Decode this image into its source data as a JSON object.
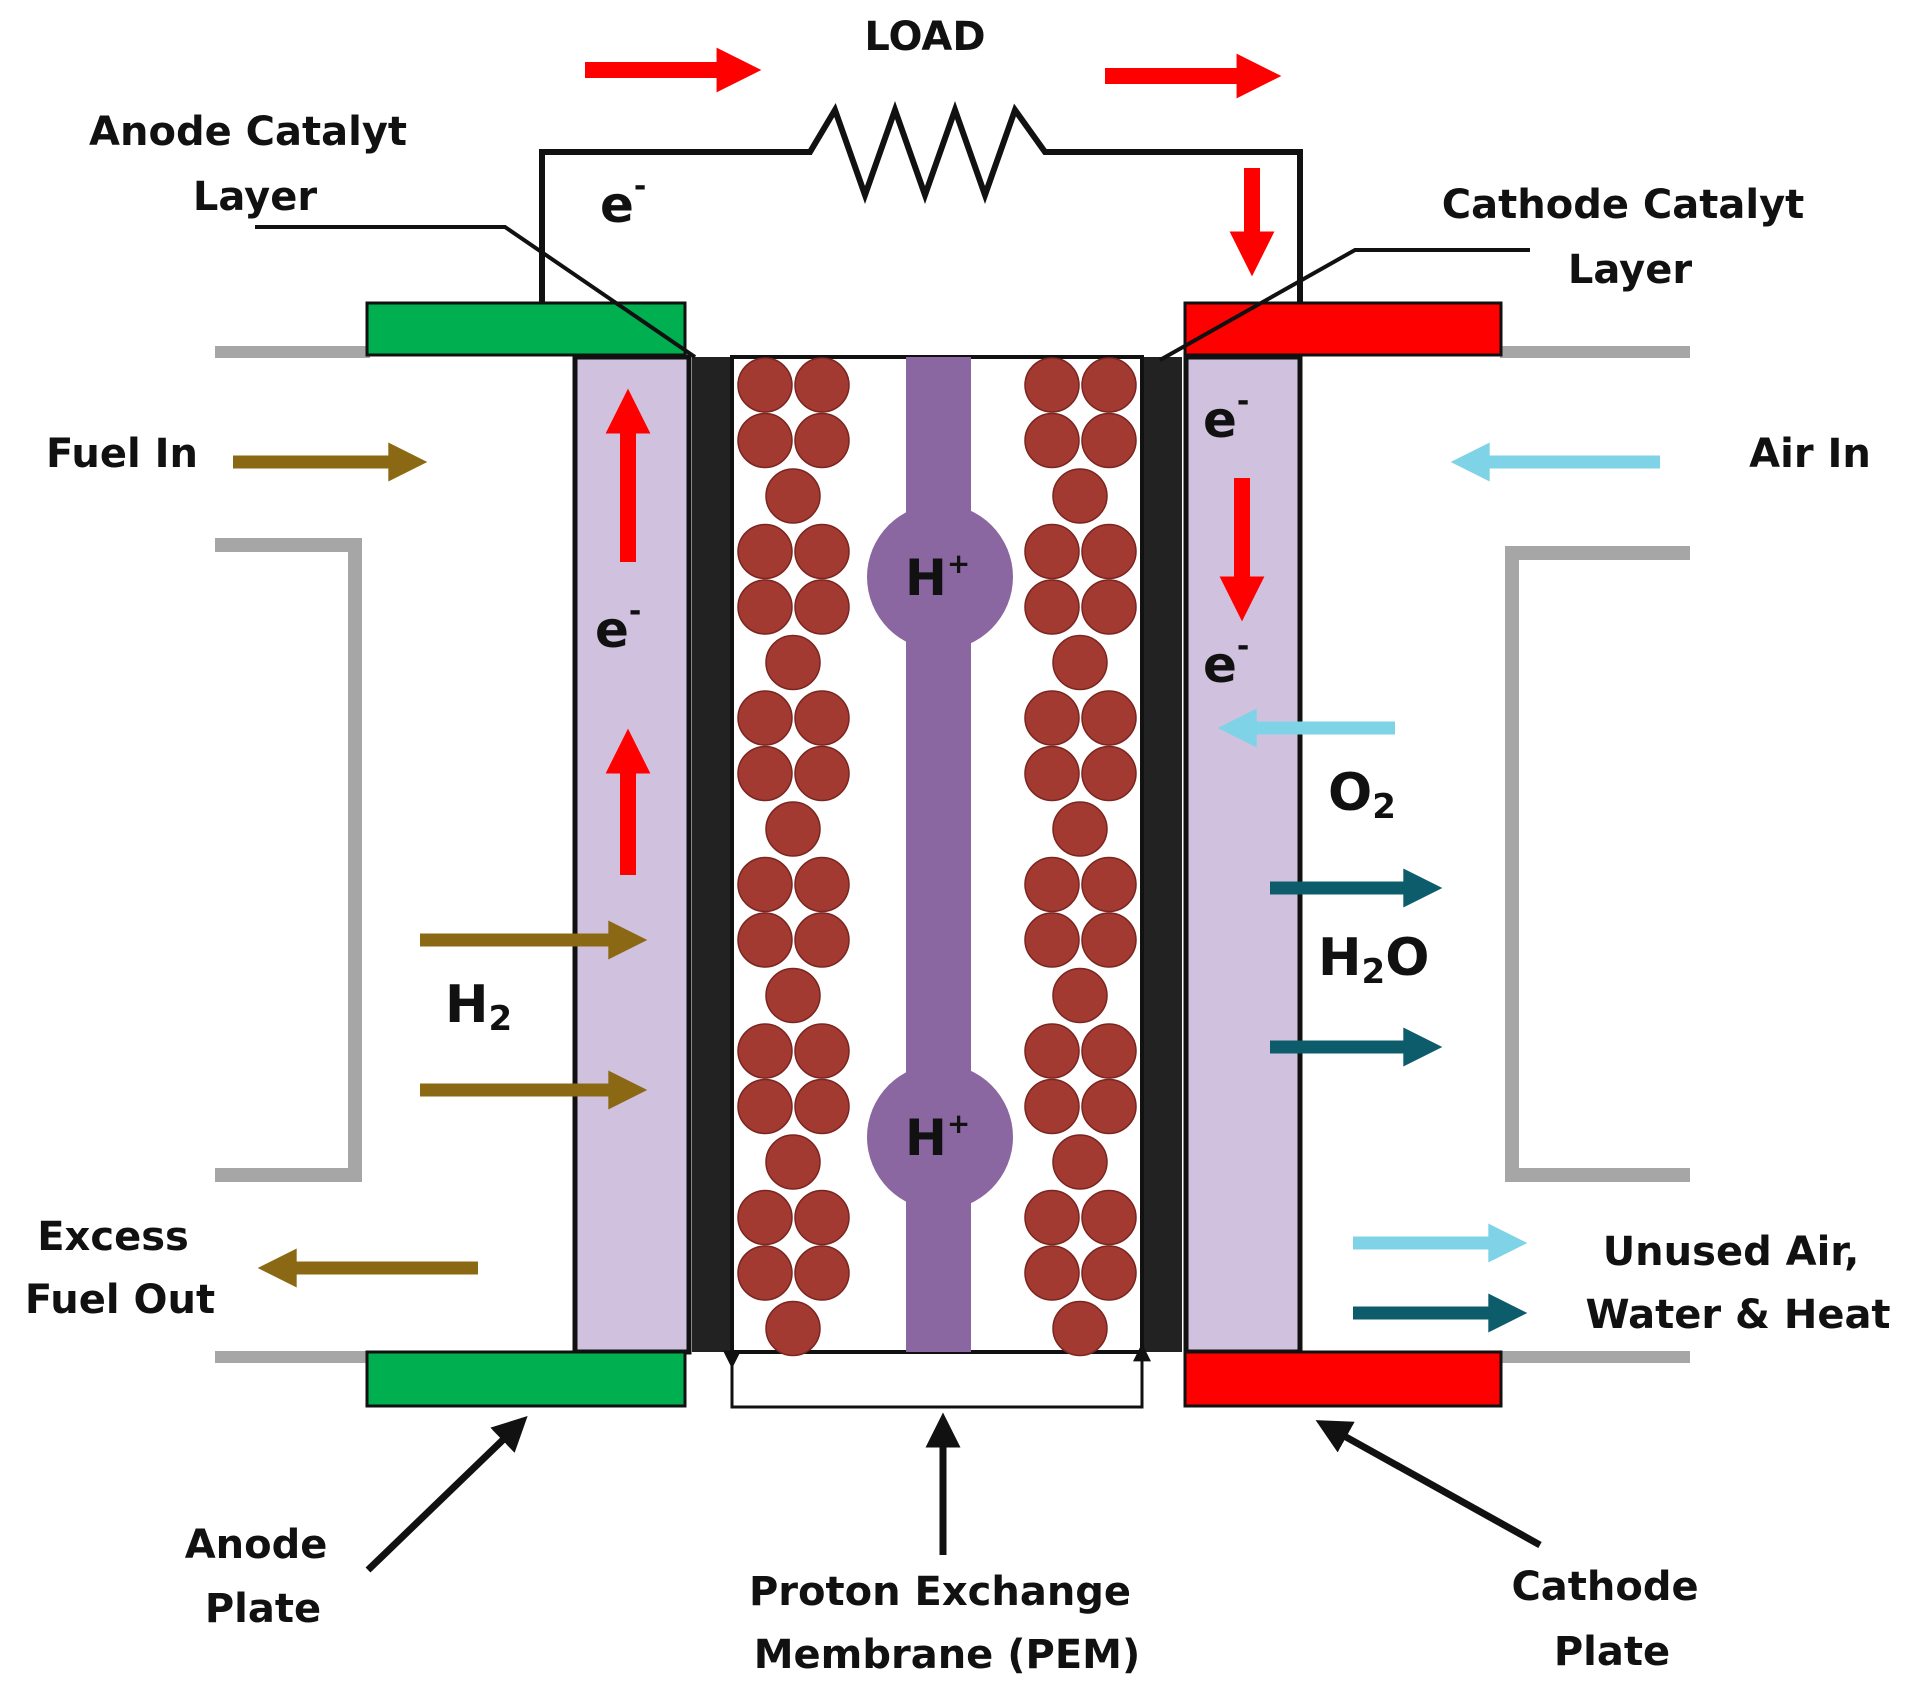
{
  "labels": {
    "load": "LOAD",
    "anode_catalyst": [
      "Anode Catalyt",
      "Layer"
    ],
    "cathode_catalyst": [
      "Cathode Catalyt",
      "Layer"
    ],
    "fuel_in": "Fuel In",
    "air_in": "Air In",
    "excess_fuel_out": [
      "Excess",
      "Fuel Out"
    ],
    "unused_air": [
      "Unused Air,",
      "Water & Heat"
    ],
    "anode_plate": [
      "Anode",
      "Plate"
    ],
    "cathode_plate": [
      "Cathode",
      "Plate"
    ],
    "pem": [
      "Proton Exchange",
      "Membrane (PEM)"
    ]
  },
  "species": {
    "electron": "e",
    "electron_charge": "-",
    "proton": "H",
    "proton_charge": "+",
    "hydrogen": "H",
    "hydrogen_sub": "2",
    "oxygen": "O",
    "oxygen_sub": "2",
    "water_h": "H",
    "water_sub": "2",
    "water_o": "O"
  },
  "colors": {
    "anode_plate": "#00b050",
    "cathode_plate": "#ff0000",
    "gas_diffusion_layer": "#d0c2de",
    "catalyst_layer": "#222222",
    "catalyst_particle": "#a33a32",
    "membrane_channel": "#8b67a2",
    "electron_arrow": "#ff0000",
    "fuel_arrow": "#8b6914",
    "air_arrow": "#7fd3e6",
    "water_arrow": "#0d5c6b",
    "channel_wall": "#a6a6a6"
  }
}
